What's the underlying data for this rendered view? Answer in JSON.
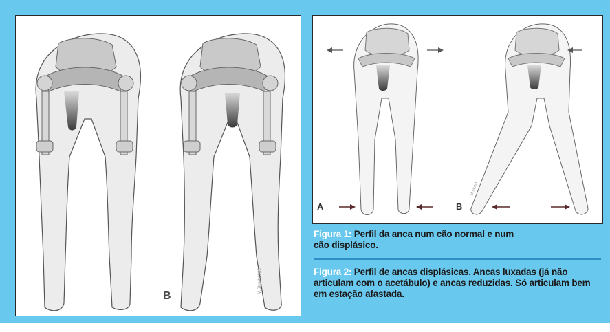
{
  "figure_left": {
    "letter_b": "B",
    "watermark": "M.Stuart 1985"
  },
  "figure_right": {
    "letter_a": "A",
    "letter_b": "B",
    "watermark": "M.Stuart"
  },
  "caption1": {
    "label": "Figura 1:",
    "text": " Perfil da anca num cão normal e num cão displásico."
  },
  "caption2": {
    "label": "Figura 2:",
    "text": " Perfil de ancas displásicas. Ancas luxadas (já não articulam com o acetábulo) e ancas reduzidas. Só articulam bem em estação afastada."
  },
  "colors": {
    "frame": "#69c8ee",
    "label": "#ffffff",
    "divider": "#2d8fc4"
  }
}
